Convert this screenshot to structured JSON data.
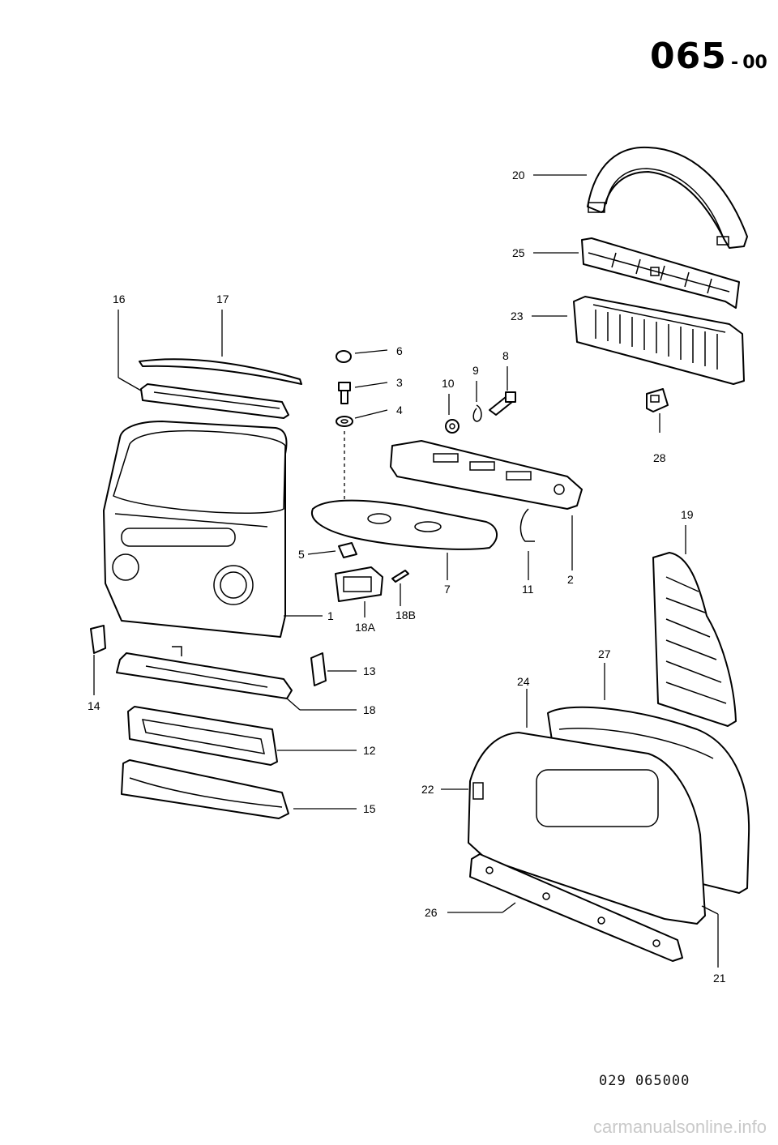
{
  "header": {
    "number": "065",
    "dash": "-",
    "suffix": "00"
  },
  "footer": {
    "code": "029 065000"
  },
  "watermark": "carmanualsonline.info",
  "callouts": [
    {
      "id": "c1",
      "label": "1"
    },
    {
      "id": "c2",
      "label": "2"
    },
    {
      "id": "c3",
      "label": "3"
    },
    {
      "id": "c4",
      "label": "4"
    },
    {
      "id": "c5",
      "label": "5"
    },
    {
      "id": "c6",
      "label": "6"
    },
    {
      "id": "c7",
      "label": "7"
    },
    {
      "id": "c8",
      "label": "8"
    },
    {
      "id": "c9",
      "label": "9"
    },
    {
      "id": "c10",
      "label": "10"
    },
    {
      "id": "c11",
      "label": "11"
    },
    {
      "id": "c12",
      "label": "12"
    },
    {
      "id": "c13",
      "label": "13"
    },
    {
      "id": "c14",
      "label": "14"
    },
    {
      "id": "c15",
      "label": "15"
    },
    {
      "id": "c16",
      "label": "16"
    },
    {
      "id": "c17",
      "label": "17"
    },
    {
      "id": "c18",
      "label": "18"
    },
    {
      "id": "c18a",
      "label": "18A"
    },
    {
      "id": "c18b",
      "label": "18B"
    },
    {
      "id": "c19",
      "label": "19"
    },
    {
      "id": "c20",
      "label": "20"
    },
    {
      "id": "c21",
      "label": "21"
    },
    {
      "id": "c22",
      "label": "22"
    },
    {
      "id": "c23",
      "label": "23"
    },
    {
      "id": "c24",
      "label": "24"
    },
    {
      "id": "c25",
      "label": "25"
    },
    {
      "id": "c26",
      "label": "26"
    },
    {
      "id": "c27",
      "label": "27"
    },
    {
      "id": "c28",
      "label": "28"
    }
  ]
}
